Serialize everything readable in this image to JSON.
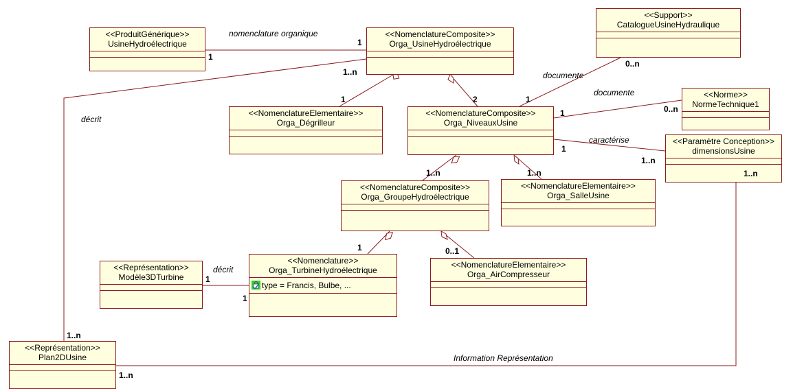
{
  "classes": {
    "usine_hydro": {
      "stereotype": "<<ProduitGénérique>>",
      "name": "UsineHydroélectrique"
    },
    "orga_usine": {
      "stereotype": "<<NomenclatureComposite>>",
      "name": "Orga_UsineHydroélectrique"
    },
    "catalogue": {
      "stereotype": "<<Support>>",
      "name": "CatalogueUsineHydraulique"
    },
    "norme": {
      "stereotype": "<<Norme>>",
      "name": "NormeTechnique1"
    },
    "degrilleur": {
      "stereotype": "<<NomenclatureElementaire>>",
      "name": "Orga_Dégrilleur"
    },
    "niveaux": {
      "stereotype": "<<NomenclatureComposite>>",
      "name": "Orga_NiveauxUsine"
    },
    "dimensions": {
      "stereotype": "<<Paramètre Conception>>",
      "name": "dimensionsUsine"
    },
    "groupe": {
      "stereotype": "<<NomenclatureComposite>>",
      "name": "Orga_GroupeHydroélectrique"
    },
    "salle": {
      "stereotype": "<<NomenclatureElementaire>>",
      "name": "Orga_SalleUsine"
    },
    "modele3d": {
      "stereotype": "<<Représentation>>",
      "name": "Modèle3DTurbine"
    },
    "turbine": {
      "stereotype": "<<Nomenclature>>",
      "name": "Orga_TurbineHydroélectrique",
      "attribute": "type = Francis, Bulbe, ..."
    },
    "air": {
      "stereotype": "<<NomenclatureElementaire>>",
      "name": "Orga_AirCompresseur"
    },
    "plan2d": {
      "stereotype": "<<Représentation>>",
      "name": "Plan2DUsine"
    }
  },
  "labels": {
    "nomenclature_organique": "nomenclature organique",
    "documente_1": "documente",
    "documente_2": "documente",
    "caracterise": "caractérise",
    "decrit_1": "décrit",
    "decrit_2": "décrit",
    "information_representation": "Information Représentation"
  },
  "multiplicities": {
    "m1": "1",
    "m2": "1",
    "m3": "1..n",
    "m4": "0..n",
    "m5": "1",
    "m6": "1",
    "m7": "2",
    "m8": "1",
    "m9": "0..n",
    "m10": "1",
    "m11": "1..n",
    "m12": "1..n",
    "m13": "1..n",
    "m14": "1..n",
    "m15": "1",
    "m16": "0..1",
    "m17": "1",
    "m18": "1",
    "m19": "1..n",
    "m20": "1..n"
  },
  "colors": {
    "line": "#8b1a1a",
    "fill": "#ffffe0",
    "icon_green": "#33cc33"
  }
}
